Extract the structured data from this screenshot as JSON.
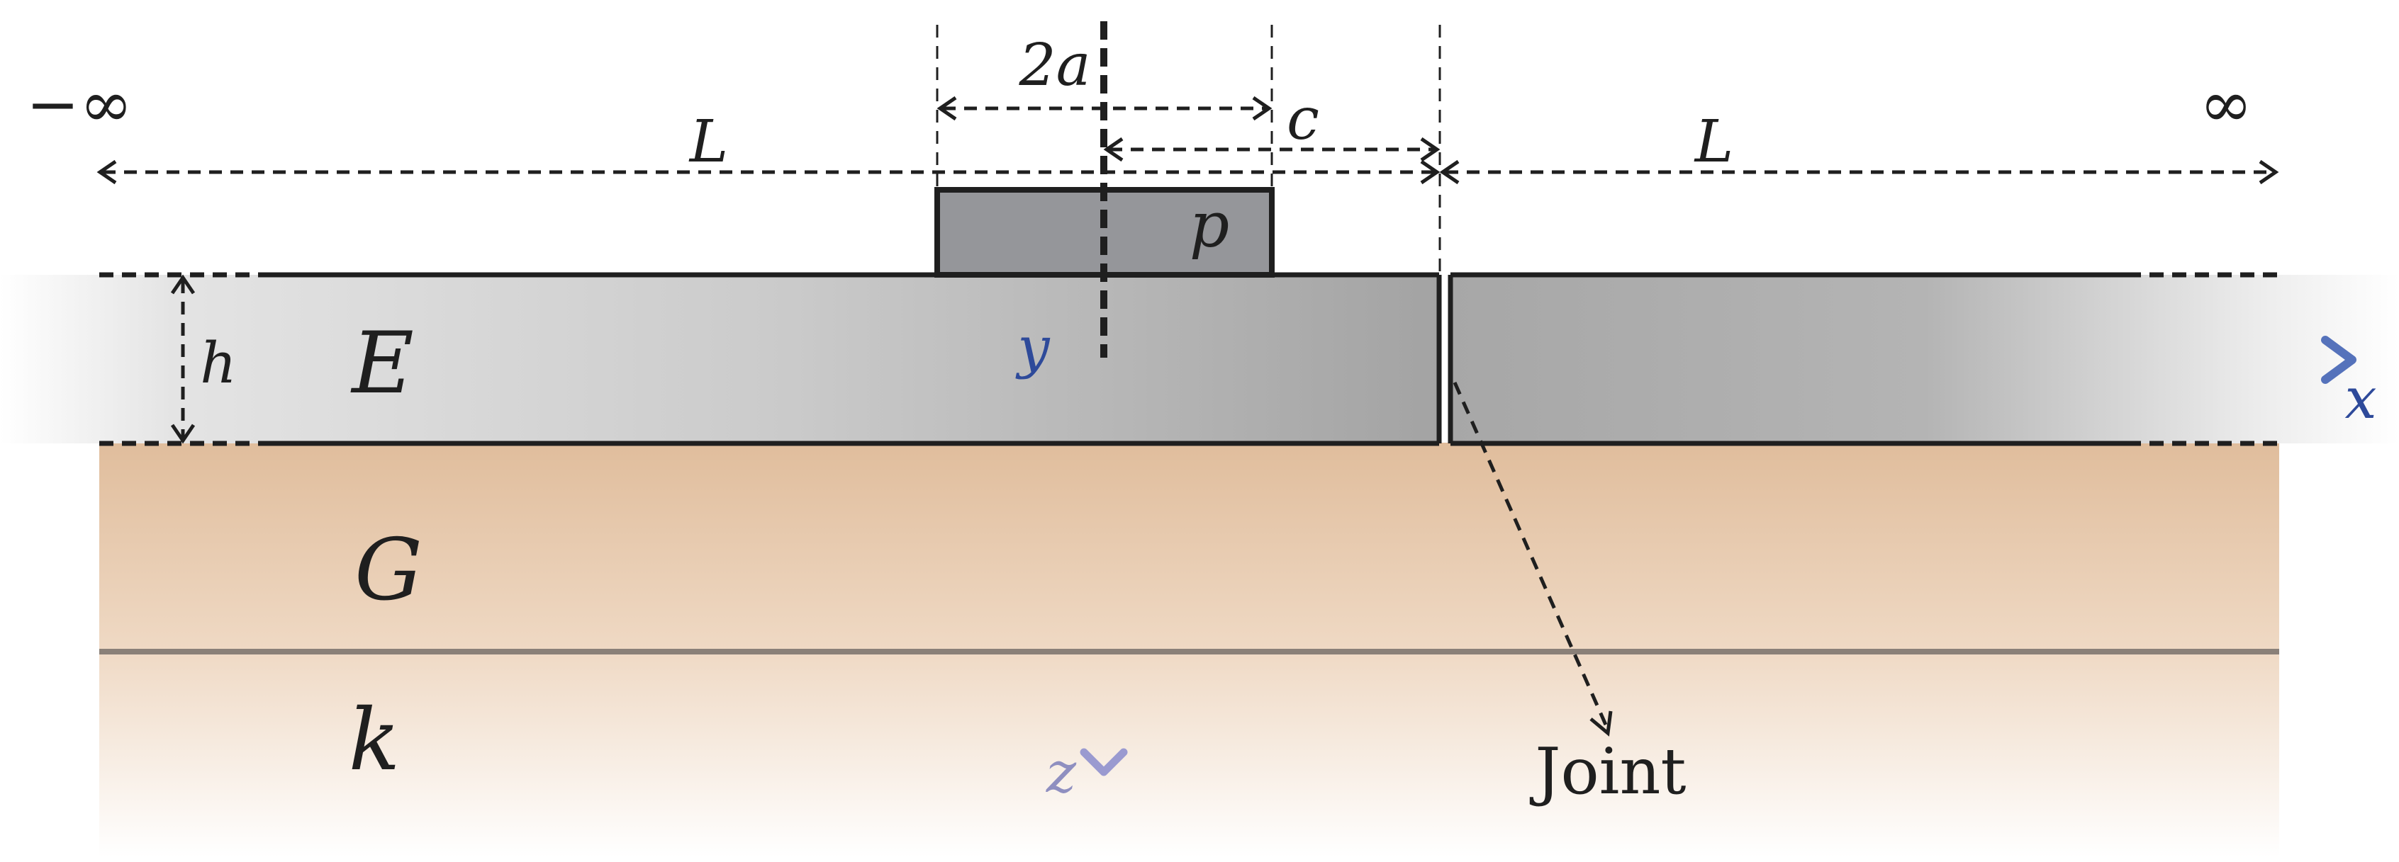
{
  "labels": {
    "two_a": "2a",
    "c": "c",
    "L_left": "L",
    "L_right": "L",
    "minus_infinity": "−∞",
    "infinity": "∞",
    "p": "p",
    "h": "h",
    "E": "E",
    "G": "G",
    "k": "k",
    "y_axis": "y",
    "x_axis": "x",
    "z_axis": "z",
    "joint": "Joint"
  },
  "colors": {
    "line": "#1a1a1a",
    "load_block": "#95969a",
    "slab_light": "#ececec",
    "slab_dark": "#a8a8a8",
    "ground_top": "#e0bd9c",
    "ground_bottom": "#ffffff",
    "layer_divider": "#8a8078",
    "axis_x": "#2e4a9a",
    "axis_y": "#2e4a9a",
    "axis_z": "#8f8fc0"
  }
}
